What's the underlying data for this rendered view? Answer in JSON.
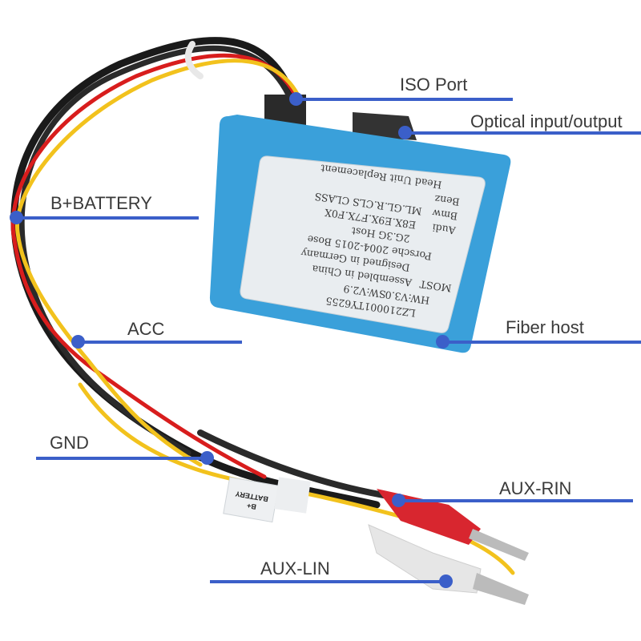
{
  "figure": {
    "subject": "Fiber optic MOST interface box with wiring harness",
    "accent_color": "#3b5fc9",
    "box_color": "#3aa0da",
    "sticker_color": "#e9edf0"
  },
  "callouts": {
    "iso_port": "ISO Port",
    "optical": "Optical input/output",
    "battery": "B+BATTERY",
    "acc": "ACC",
    "fiber_host": "Fiber host",
    "gnd": "GND",
    "aux_rin": "AUX-RIN",
    "aux_lin": "AUX-LIN"
  },
  "sticker": {
    "lines": [
      "LZ21000 1TY6255",
      "SW:V2.9",
      "HW:V3.0",
      "MOST   Assembled in China",
      "Designed in Germany",
      "Porsche 2004-2015 Bose",
      "2G.3G Host",
      "Audi",
      "E8X.E9X.F7X.F0X",
      "Bmw",
      "ML.GL.R.CLS CLASS",
      "Benz",
      "Head Unit Replacement"
    ],
    "serial": "LZ210001TY6255",
    "sw": "SW:V2.9",
    "hw": "HW:V3.0",
    "most": "MOST",
    "assembled": "Assembled in China",
    "designed": "Designed in Germany",
    "porsche": "Porsche 2004-2015 Bose",
    "host": "2G.3G Host",
    "audi": "Audi",
    "bmw_models": "E8X.E9X.F7X.F0X",
    "bmw": "Bmw",
    "benz_models": "ML.GL.R.CLS CLASS",
    "benz": "Benz",
    "title": "Head Unit Replacement"
  },
  "wire_tag": {
    "line1": "B+",
    "line2": "BATTERY"
  }
}
